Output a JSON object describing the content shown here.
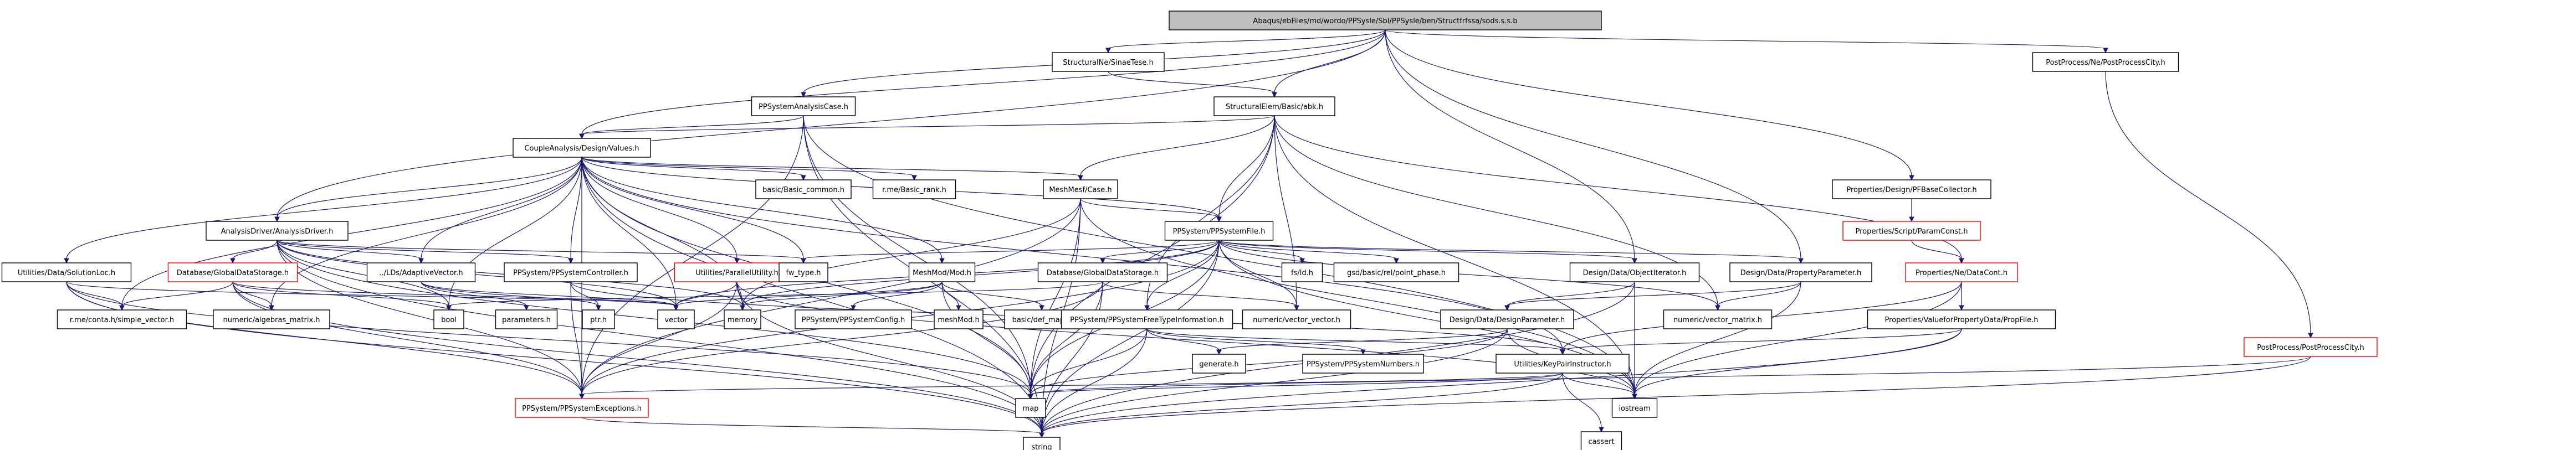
{
  "colors": {
    "edge": "#191970",
    "node_border_default": "#000000",
    "node_border_red": "#ff0000",
    "node_border_gray": "#bfbfbf",
    "root_fill": "#bfbfbf",
    "node_fill": "#ffffff"
  },
  "nodes": [
    {
      "id": "root",
      "label": "Abaqus/ebFiles/md/wordo/PPSysle/Sbl/PPSysle/ben/Structfrfssa/sods.s.s.b",
      "style": "root"
    },
    {
      "id": "sttree",
      "label": "StructuralNe/SinaeTese.h",
      "style": "normal"
    },
    {
      "id": "ppcity",
      "label": "PostProcess/Ne/PostProcessCity.h",
      "style": "normal"
    },
    {
      "id": "ppas",
      "label": "PPSystemAnalysisCase.h",
      "style": "normal"
    },
    {
      "id": "stelem",
      "label": "StructuralElem/Basic/abk.h",
      "style": "normal"
    },
    {
      "id": "acoup",
      "label": "CoupleAnalysis/Design/Values.h",
      "style": "normal"
    },
    {
      "id": "basic",
      "label": "basic/Basic_common.h",
      "style": "normal"
    },
    {
      "id": "rm_rank",
      "label": "r.me/Basic_rank.h",
      "style": "normal"
    },
    {
      "id": "meshf",
      "label": "MeshMesf/Case.h",
      "style": "normal"
    },
    {
      "id": "ppsyskp",
      "label": "Properties/Design/PFBaseCollector.h",
      "style": "normal"
    },
    {
      "id": "ppconst",
      "label": "Properties/Script/ParamConst.h",
      "style": "red"
    },
    {
      "id": "adriver",
      "label": "AnalysisDriver/AnalysisDriver.h",
      "style": "normal"
    },
    {
      "id": "ppsysfile",
      "label": "PPSystem/PPSystemFile.h",
      "style": "normal"
    },
    {
      "id": "uts",
      "label": "Utilities/Data/SolutionLoc.h",
      "style": "normal"
    },
    {
      "id": "dbstor",
      "label": "Database/GlobalDataStorage.h",
      "style": "red"
    },
    {
      "id": "lds",
      "label": "../LDs/AdaptiveVector.h",
      "style": "normal"
    },
    {
      "id": "ppctl",
      "label": "PPSystem/PPSystemController.h",
      "style": "normal"
    },
    {
      "id": "parallel",
      "label": "Utilities/ParallelUtility.h",
      "style": "red"
    },
    {
      "id": "meshmod",
      "label": "MeshMod/Mod.h",
      "style": "normal"
    },
    {
      "id": "dbsgl",
      "label": "Database/GlobalDataStorage.h",
      "style": "normal"
    },
    {
      "id": "fwtype",
      "label": "fw_type.h",
      "style": "normal"
    },
    {
      "id": "fstd",
      "label": "fs/ld.h",
      "style": "normal"
    },
    {
      "id": "gsd",
      "label": "gsd/basic/rel/point_phase.h",
      "style": "normal"
    },
    {
      "id": "dsgobj",
      "label": "Design/Data/ObjectIterator.h",
      "style": "normal"
    },
    {
      "id": "dsgprop",
      "label": "Design/Data/PropertyParameter.h",
      "style": "normal"
    },
    {
      "id": "pvfile",
      "label": "Properties/Ne/DataCont.h",
      "style": "red"
    },
    {
      "id": "ppprop",
      "label": "Properties/ValueforPropertyData/PropFile.h",
      "style": "normal"
    },
    {
      "id": "ppiter",
      "label": "PostProcess/PostProcessCity.h",
      "style": "red"
    },
    {
      "id": "rm_simple",
      "label": "r.me/conta.h/simple_vector.h",
      "style": "normal"
    },
    {
      "id": "numeric",
      "label": "numeric/algebras_matrix.h",
      "style": "normal"
    },
    {
      "id": "stdbool",
      "label": "bool",
      "style": "normal"
    },
    {
      "id": "params",
      "label": "parameters.h",
      "style": "normal"
    },
    {
      "id": "ptr",
      "label": "ptr.h",
      "style": "normal"
    },
    {
      "id": "vector",
      "label": "vector",
      "style": "normal"
    },
    {
      "id": "memory",
      "label": "memory",
      "style": "normal"
    },
    {
      "id": "ppconfig",
      "label": "PPSystem/PPSystemConfig.h",
      "style": "normal"
    },
    {
      "id": "meshmod2",
      "label": "meshMod.h",
      "style": "normal"
    },
    {
      "id": "basicmap",
      "label": "basic/def_map.h",
      "style": "normal"
    },
    {
      "id": "ppfree",
      "label": "PPSystem/PPSystemFreeTypeInformation.h",
      "style": "normal"
    },
    {
      "id": "numvec",
      "label": "numeric/vector_vector.h",
      "style": "normal"
    },
    {
      "id": "dsgdsg",
      "label": "Design/Data/DesignParameter.h",
      "style": "normal"
    },
    {
      "id": "nummat",
      "label": "numeric/vector_matrix.h",
      "style": "normal"
    },
    {
      "id": "generate",
      "label": "generate.h",
      "style": "normal"
    },
    {
      "id": "ppnum",
      "label": "PPSystem/PPSystemNumbers.h",
      "style": "normal"
    },
    {
      "id": "utkey",
      "label": "Utilities/KeyPairInstructor.h",
      "style": "normal"
    },
    {
      "id": "ppexc",
      "label": "PPSystem/PPSystemExceptions.h",
      "style": "red"
    },
    {
      "id": "map",
      "label": "map",
      "style": "normal"
    },
    {
      "id": "iostream",
      "label": "iostream",
      "style": "normal"
    },
    {
      "id": "cassert",
      "label": "cassert",
      "style": "normal"
    },
    {
      "id": "string",
      "label": "string",
      "style": "normal"
    }
  ],
  "edges": [
    [
      "root",
      "sttree"
    ],
    [
      "root",
      "ppcity"
    ],
    [
      "root",
      "ppas"
    ],
    [
      "root",
      "stelem"
    ],
    [
      "root",
      "acoup"
    ],
    [
      "root",
      "ppsyskp"
    ],
    [
      "root",
      "adriver"
    ],
    [
      "root",
      "dsgobj"
    ],
    [
      "root",
      "dsgprop"
    ],
    [
      "sttree",
      "stelem"
    ],
    [
      "ppcity",
      "ppiter"
    ],
    [
      "ppas",
      "acoup"
    ],
    [
      "ppas",
      "ppexc"
    ],
    [
      "ppas",
      "map"
    ],
    [
      "ppas",
      "string"
    ],
    [
      "ppas",
      "iostream"
    ],
    [
      "stelem",
      "acoup"
    ],
    [
      "stelem",
      "meshf"
    ],
    [
      "stelem",
      "ppsysfile"
    ],
    [
      "stelem",
      "map"
    ],
    [
      "stelem",
      "pvfile"
    ],
    [
      "stelem",
      "nummat"
    ],
    [
      "stelem",
      "numvec"
    ],
    [
      "stelem",
      "ppfree"
    ],
    [
      "stelem",
      "iostream"
    ],
    [
      "acoup",
      "basic"
    ],
    [
      "acoup",
      "rm_rank"
    ],
    [
      "acoup",
      "meshf"
    ],
    [
      "acoup",
      "adriver"
    ],
    [
      "acoup",
      "uts"
    ],
    [
      "acoup",
      "lds"
    ],
    [
      "acoup",
      "ppctl"
    ],
    [
      "acoup",
      "parallel"
    ],
    [
      "acoup",
      "meshmod"
    ],
    [
      "acoup",
      "fwtype"
    ],
    [
      "acoup",
      "ppsysfile"
    ],
    [
      "acoup",
      "stdbool"
    ],
    [
      "acoup",
      "vector"
    ],
    [
      "acoup",
      "memory"
    ],
    [
      "acoup",
      "ppexc"
    ],
    [
      "acoup",
      "rm_simple"
    ],
    [
      "acoup",
      "numeric"
    ],
    [
      "acoup",
      "map"
    ],
    [
      "acoup",
      "string"
    ],
    [
      "acoup",
      "utkey"
    ],
    [
      "meshf",
      "ppsysfile"
    ],
    [
      "meshf",
      "ppexc"
    ],
    [
      "meshf",
      "map"
    ],
    [
      "meshf",
      "memory"
    ],
    [
      "meshf",
      "string"
    ],
    [
      "meshf",
      "iostream"
    ],
    [
      "ppsyskp",
      "ppconst"
    ],
    [
      "ppconst",
      "pvfile"
    ],
    [
      "adriver",
      "dbstor"
    ],
    [
      "adriver",
      "lds"
    ],
    [
      "adriver",
      "ppctl"
    ],
    [
      "adriver",
      "fwtype"
    ],
    [
      "adriver",
      "stdbool"
    ],
    [
      "adriver",
      "vector"
    ],
    [
      "adriver",
      "memory"
    ],
    [
      "adriver",
      "ppexc"
    ],
    [
      "adriver",
      "string"
    ],
    [
      "adriver",
      "map"
    ],
    [
      "ppsysfile",
      "fwtype"
    ],
    [
      "ppsysfile",
      "fstd"
    ],
    [
      "ppsysfile",
      "gsd"
    ],
    [
      "ppsysfile",
      "dsgobj"
    ],
    [
      "ppsysfile",
      "dsgprop"
    ],
    [
      "ppsysfile",
      "dbsgl"
    ],
    [
      "ppsysfile",
      "ppfree"
    ],
    [
      "ppsysfile",
      "memory"
    ],
    [
      "ppsysfile",
      "vector"
    ],
    [
      "ppsysfile",
      "map"
    ],
    [
      "ppsysfile",
      "string"
    ],
    [
      "ppsysfile",
      "iostream"
    ],
    [
      "ppsysfile",
      "numvec"
    ],
    [
      "ppsysfile",
      "nummat"
    ],
    [
      "ppsysfile",
      "ppexc"
    ],
    [
      "uts",
      "rm_simple"
    ],
    [
      "uts",
      "vector"
    ],
    [
      "uts",
      "map"
    ],
    [
      "uts",
      "string"
    ],
    [
      "uts",
      "ppexc"
    ],
    [
      "dbstor",
      "rm_simple"
    ],
    [
      "dbstor",
      "numeric"
    ],
    [
      "dbstor",
      "stdbool"
    ],
    [
      "dbstor",
      "vector"
    ],
    [
      "dbstor",
      "ppexc"
    ],
    [
      "dbstor",
      "string"
    ],
    [
      "lds",
      "params"
    ],
    [
      "lds",
      "ptr"
    ],
    [
      "lds",
      "vector"
    ],
    [
      "ppctl",
      "ptr"
    ],
    [
      "ppctl",
      "ppexc"
    ],
    [
      "ppctl",
      "utkey"
    ],
    [
      "parallel",
      "vector"
    ],
    [
      "parallel",
      "memory"
    ],
    [
      "parallel",
      "ppexc"
    ],
    [
      "parallel",
      "string"
    ],
    [
      "parallel",
      "iostream"
    ],
    [
      "meshmod",
      "ppconfig"
    ],
    [
      "meshmod",
      "meshmod2"
    ],
    [
      "meshmod",
      "basicmap"
    ],
    [
      "meshmod",
      "vector"
    ],
    [
      "meshmod",
      "memory"
    ],
    [
      "meshmod",
      "map"
    ],
    [
      "dbsgl",
      "stdbool"
    ],
    [
      "dbsgl",
      "numvec"
    ],
    [
      "dbsgl",
      "map"
    ],
    [
      "dbsgl",
      "string"
    ],
    [
      "dbsgl",
      "ppexc"
    ],
    [
      "dsgobj",
      "dsgdsg"
    ],
    [
      "dsgobj",
      "iostream"
    ],
    [
      "dsgobj",
      "string"
    ],
    [
      "dsgprop",
      "dsgdsg"
    ],
    [
      "dsgprop",
      "iostream"
    ],
    [
      "dsgprop",
      "nummat"
    ],
    [
      "pvfile",
      "ppprop"
    ],
    [
      "pvfile",
      "utkey"
    ],
    [
      "pvfile",
      "iostream"
    ],
    [
      "ppprop",
      "utkey"
    ],
    [
      "ppprop",
      "string"
    ],
    [
      "ppprop",
      "iostream"
    ],
    [
      "ppiter",
      "map"
    ],
    [
      "ppiter",
      "string"
    ],
    [
      "ppfree",
      "generate"
    ],
    [
      "ppfree",
      "ppnum"
    ],
    [
      "ppfree",
      "map"
    ],
    [
      "ppfree",
      "string"
    ],
    [
      "ppfree",
      "utkey"
    ],
    [
      "dsgdsg",
      "generate"
    ],
    [
      "dsgdsg",
      "map"
    ],
    [
      "dsgdsg",
      "string"
    ],
    [
      "dsgdsg",
      "iostream"
    ],
    [
      "utkey",
      "map"
    ],
    [
      "utkey",
      "cassert"
    ],
    [
      "utkey",
      "string"
    ],
    [
      "utkey",
      "iostream"
    ],
    [
      "utkey",
      "ppexc"
    ],
    [
      "ppexc",
      "string"
    ]
  ]
}
